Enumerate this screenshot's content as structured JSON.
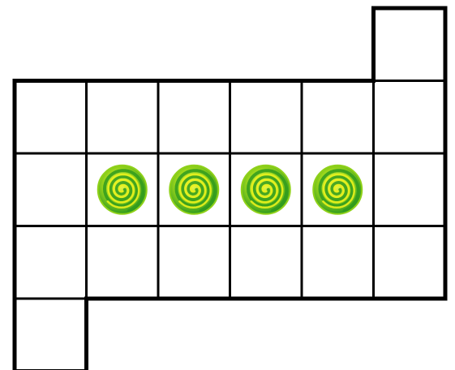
{
  "board": {
    "grid_columns": 6,
    "grid_rows": 5,
    "cells": [
      {
        "row": 0,
        "col": 5
      },
      {
        "row": 1,
        "col": 0
      },
      {
        "row": 1,
        "col": 1
      },
      {
        "row": 1,
        "col": 2
      },
      {
        "row": 1,
        "col": 3
      },
      {
        "row": 1,
        "col": 4
      },
      {
        "row": 1,
        "col": 5
      },
      {
        "row": 2,
        "col": 0
      },
      {
        "row": 2,
        "col": 1
      },
      {
        "row": 2,
        "col": 2
      },
      {
        "row": 2,
        "col": 3
      },
      {
        "row": 2,
        "col": 4
      },
      {
        "row": 2,
        "col": 5
      },
      {
        "row": 3,
        "col": 0
      },
      {
        "row": 3,
        "col": 1
      },
      {
        "row": 3,
        "col": 2
      },
      {
        "row": 3,
        "col": 3
      },
      {
        "row": 3,
        "col": 4
      },
      {
        "row": 3,
        "col": 5
      },
      {
        "row": 4,
        "col": 0
      }
    ],
    "tokens": [
      {
        "row": 2,
        "col": 1,
        "icon": "green-swirl-icon"
      },
      {
        "row": 2,
        "col": 2,
        "icon": "green-swirl-icon"
      },
      {
        "row": 2,
        "col": 3,
        "icon": "green-swirl-icon"
      },
      {
        "row": 2,
        "col": 4,
        "icon": "green-swirl-icon"
      }
    ],
    "colors": {
      "grid_line": "#000000",
      "cell_fill": "#ffffff",
      "swirl_light": "#e9f21c",
      "swirl_mid": "#8fd11a",
      "swirl_dark": "#2f9a1e"
    }
  }
}
